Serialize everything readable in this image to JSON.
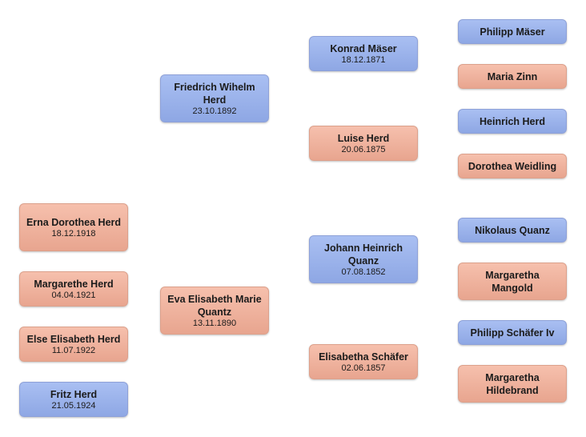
{
  "colors": {
    "male": "#9bb3ec",
    "female": "#f0b29d"
  },
  "children": [
    {
      "name": "Erna Dorothea Herd",
      "date": "18.12.1918",
      "sex": "female"
    },
    {
      "name": "Margarethe Herd",
      "date": "04.04.1921",
      "sex": "female"
    },
    {
      "name": "Else Elisabeth Herd",
      "date": "11.07.1922",
      "sex": "female"
    },
    {
      "name": "Fritz Herd",
      "date": "21.05.1924",
      "sex": "male"
    }
  ],
  "parents": [
    {
      "name": "Friedrich Wihelm Herd",
      "date": "23.10.1892",
      "sex": "male"
    },
    {
      "name": "Eva Elisabeth Marie Quantz",
      "date": "13.11.1890",
      "sex": "female"
    }
  ],
  "grandparents": [
    {
      "name": "Konrad Mäser",
      "date": "18.12.1871",
      "sex": "male"
    },
    {
      "name": "Luise Herd",
      "date": "20.06.1875",
      "sex": "female"
    },
    {
      "name": "Johann Heinrich Quanz",
      "date": "07.08.1852",
      "sex": "male"
    },
    {
      "name": "Elisabetha Schäfer",
      "date": "02.06.1857",
      "sex": "female"
    }
  ],
  "great_grandparents": [
    {
      "name": "Philipp Mäser",
      "sex": "male"
    },
    {
      "name": "Maria Zinn",
      "sex": "female"
    },
    {
      "name": "Heinrich Herd",
      "sex": "male"
    },
    {
      "name": "Dorothea Weidling",
      "sex": "female"
    },
    {
      "name": "Nikolaus Quanz",
      "sex": "male"
    },
    {
      "name": "Margaretha Mangold",
      "sex": "female"
    },
    {
      "name": "Philipp Schäfer Iv",
      "sex": "male"
    },
    {
      "name": "Margaretha Hildebrand",
      "sex": "female"
    }
  ]
}
